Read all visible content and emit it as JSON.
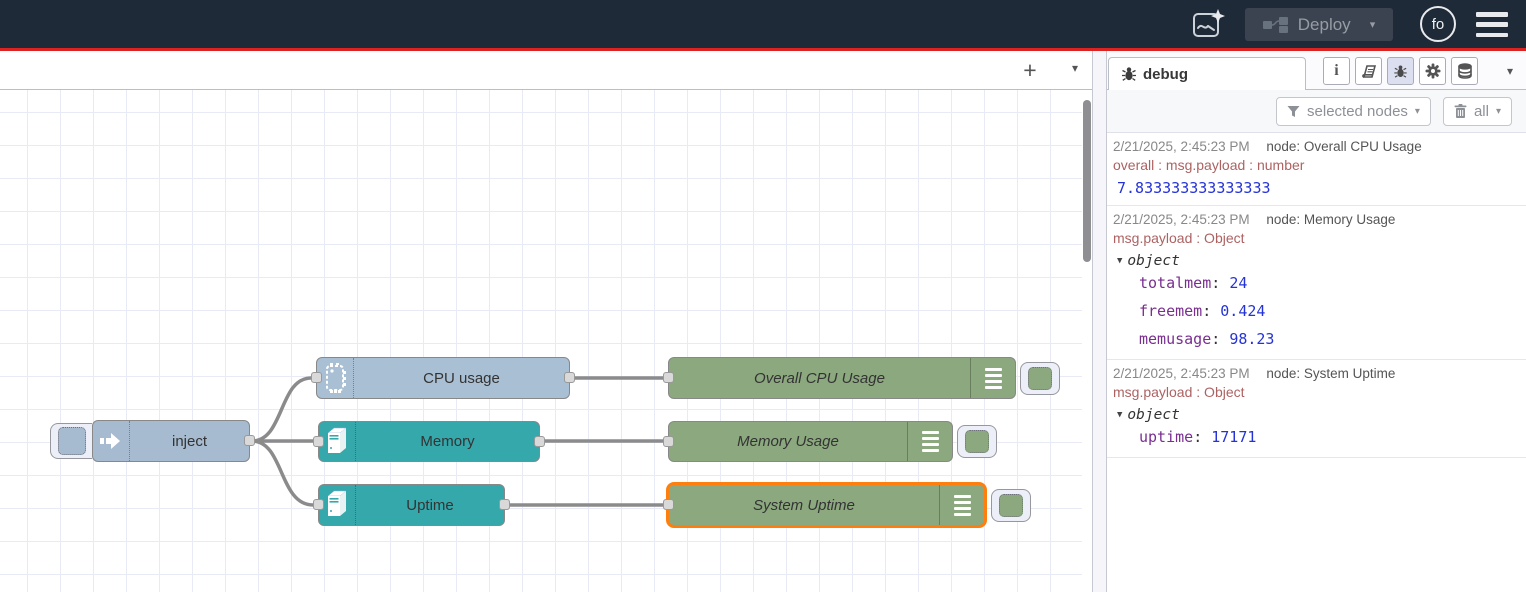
{
  "header": {
    "deploy": {
      "label": "Deploy"
    },
    "avatar": {
      "initials": "fo"
    }
  },
  "icons": {
    "caret_down": "▾",
    "plus": "+",
    "expander_open": "▼",
    "info_glyph": "i"
  },
  "colors": {
    "header_bg": "#1f2a38",
    "header_accent_line": "#dd2222",
    "inject_node": "#a6bbcf",
    "cpu_node": "#a9c0d4",
    "os_node": "#35a8ac",
    "debug_node": "#8ca87f",
    "selected_border": "#ff7f0e",
    "wire": "#8b8b8b",
    "debug_value_blue": "#2533d6",
    "debug_key_purple": "#792e90",
    "debug_prop_red": "#ad6262"
  },
  "canvas": {
    "nodes": {
      "inject": {
        "label": "inject"
      },
      "cpu": {
        "label": "CPU usage"
      },
      "memory": {
        "label": "Memory"
      },
      "uptime": {
        "label": "Uptime"
      },
      "debug_cpu": {
        "label": "Overall CPU Usage"
      },
      "debug_mem": {
        "label": "Memory Usage"
      },
      "debug_up": {
        "label": "System Uptime",
        "selected": true
      }
    }
  },
  "sidebar": {
    "tab_label": "debug",
    "filter_label": "selected nodes",
    "clear_label": "all",
    "messages": [
      {
        "timestamp": "2/21/2025, 2:45:23 PM",
        "node": "node: Overall CPU Usage",
        "property": "overall : msg.payload : number",
        "value": "7.833333333333333"
      },
      {
        "timestamp": "2/21/2025, 2:45:23 PM",
        "node": "node: Memory Usage",
        "property": "msg.payload : Object",
        "object_label": "object",
        "entries": [
          {
            "key": "totalmem",
            "value": "24"
          },
          {
            "key": "freemem",
            "value": "0.424"
          },
          {
            "key": "memusage",
            "value": "98.23"
          }
        ]
      },
      {
        "timestamp": "2/21/2025, 2:45:23 PM",
        "node": "node: System Uptime",
        "property": "msg.payload : Object",
        "object_label": "object",
        "entries": [
          {
            "key": "uptime",
            "value": "17171"
          }
        ]
      }
    ]
  }
}
